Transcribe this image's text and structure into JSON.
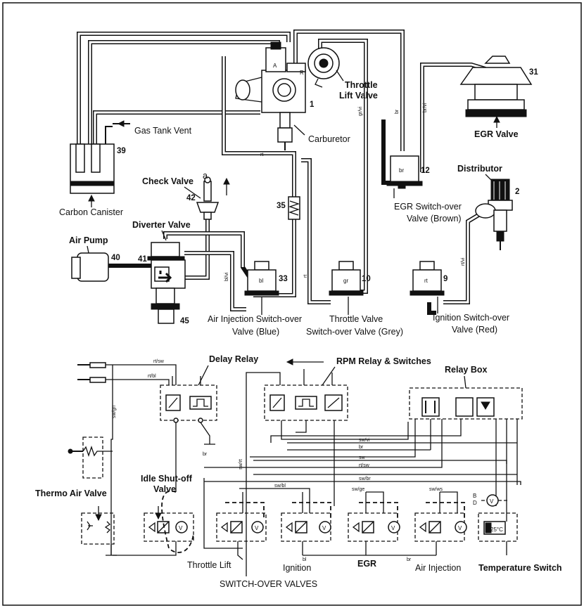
{
  "components": {
    "throttle_lift_valve": {
      "label_line1": "Throttle",
      "label_line2": "Lift Valve"
    },
    "carburetor": {
      "label": "Carburetor",
      "number": "1"
    },
    "gas_tank_vent": {
      "label": "Gas Tank Vent"
    },
    "carbon_canister": {
      "label": "Carbon Canister",
      "number": "39"
    },
    "egr_valve": {
      "label": "EGR Valve",
      "number": "31"
    },
    "distributor": {
      "label": "Distributor",
      "number": "2"
    },
    "check_valve": {
      "label": "Check Valve",
      "number": "42",
      "port": "a"
    },
    "diverter_valve": {
      "label": "Diverter Valve",
      "number": "41"
    },
    "air_pump": {
      "label": "Air Pump",
      "number": "40"
    },
    "part_45": {
      "number": "45"
    },
    "restrictor_35": {
      "number": "35"
    },
    "egr_switchover": {
      "label_line1": "EGR Switch-over",
      "label_line2": "Valve (Brown)",
      "number": "12",
      "code": "br"
    },
    "air_injection_switchover": {
      "label_line1": "Air Injection Switch-over",
      "label_line2": "Valve (Blue)",
      "number": "33",
      "code": "bl"
    },
    "throttle_valve_switchover": {
      "label_line1": "Throttle Valve",
      "label_line2": "Switch-over Valve (Grey)",
      "number": "10",
      "code": "gr"
    },
    "ignition_switchover": {
      "label_line1": "Ignition Switch-over",
      "label_line2": "Valve (Red)",
      "number": "9",
      "code": "rt"
    }
  },
  "hose_codes": {
    "rt_top": "rt",
    "gr_vi": "gr/vi",
    "br": "br",
    "br_vi": "br/vi",
    "bl_vi": "bl/vi",
    "rt_mid": "rt",
    "rt_vi": "rt/vi"
  },
  "electrical": {
    "delay_relay": "Delay Relay",
    "rpm_relay": "RPM Relay & Switches",
    "relay_box": "Relay Box",
    "thermo_air_valve": "Thermo Air Valve",
    "idle_shutoff_line1": "Idle Shut-off",
    "idle_shutoff_line2": "Valve",
    "throttle_lift": "Throttle Lift",
    "ignition": "Ignition",
    "egr": "EGR",
    "air_injection": "Air Injection",
    "temperature_switch": "Temperature Switch",
    "switchover_valves": "SWITCH-OVER VALVES",
    "temp_value": "25°C",
    "wires": {
      "rt_sw": "rt/sw",
      "rt_bl": "rt/bl",
      "sw_gn": "sw/gn",
      "sw_vi": "sw/vi",
      "br": "br",
      "sw": "sw",
      "rt_sw2": "rt/sw",
      "sw_br": "sw/br",
      "sw_bl": "sw/bl",
      "sw_ge": "sw/ge",
      "sw_ws": "sw/ws",
      "bl": "bl",
      "br2": "br",
      "br3": "br",
      "sw_rt": "sw/rt"
    }
  }
}
